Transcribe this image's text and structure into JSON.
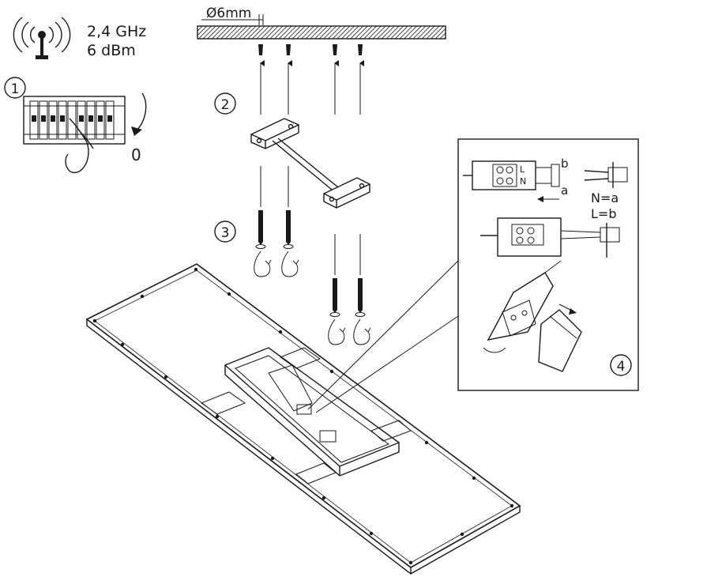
{
  "wireless": {
    "icon": "wireless-antenna-icon",
    "frequency": "2,4 GHz",
    "power": "6 dBm"
  },
  "ceiling": {
    "drill_diameter": "Ø6mm"
  },
  "steps": [
    "1",
    "2",
    "3",
    "4"
  ],
  "breaker": {
    "off_label": "0"
  },
  "wiring": {
    "wire_b": "b",
    "wire_a": "a",
    "terminal_l": "L",
    "terminal_n": "N",
    "rule_n": "N=a",
    "rule_l": "L=b"
  },
  "colors": {
    "line": "#1a1a1a",
    "background": "#ffffff"
  }
}
